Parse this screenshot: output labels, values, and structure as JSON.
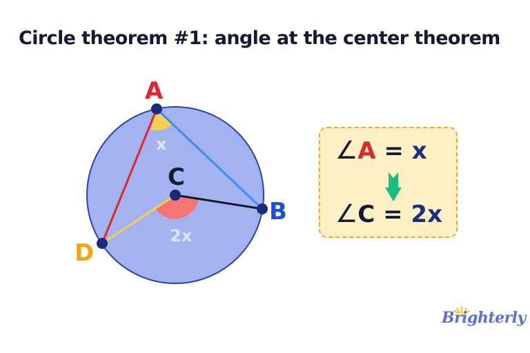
{
  "title": "Circle theorem #1: angle at the center theorem",
  "diagram": {
    "points": {
      "A": {
        "label": "A",
        "color": "#e0262b"
      },
      "B": {
        "label": "B",
        "color": "#1f4fd6"
      },
      "C": {
        "label": "C",
        "color": "#141a33"
      },
      "D": {
        "label": "D",
        "color": "#f5a30f"
      }
    },
    "angle_labels": {
      "inscribed": "x",
      "central": "2x"
    },
    "colors": {
      "circle_fill": "#a3b2f0",
      "circle_stroke": "#2d3fa8",
      "point_fill": "#1b2a78",
      "segment_AD": "#e0262b",
      "segment_AB": "#3d8bf0",
      "segment_CB": "#111827",
      "segment_CD": "#f7cf4a",
      "angle_A_fill": "#f9cf4e",
      "angle_C_fill": "#f57575",
      "angle_text": "#dde6ff"
    }
  },
  "equation_box": {
    "line1": {
      "angle_symbol": "∠",
      "vertex": "A",
      "equals": " = ",
      "value": "x"
    },
    "line2": {
      "angle_symbol": "∠",
      "vertex": "C",
      "equals": " = ",
      "value": "2x"
    },
    "arrow": "arrow-down",
    "colors": {
      "background": "#fdf0c4",
      "border": "#f4a623",
      "arrow": "#1dbb7d"
    }
  },
  "brand": {
    "name": "Brighterly"
  }
}
